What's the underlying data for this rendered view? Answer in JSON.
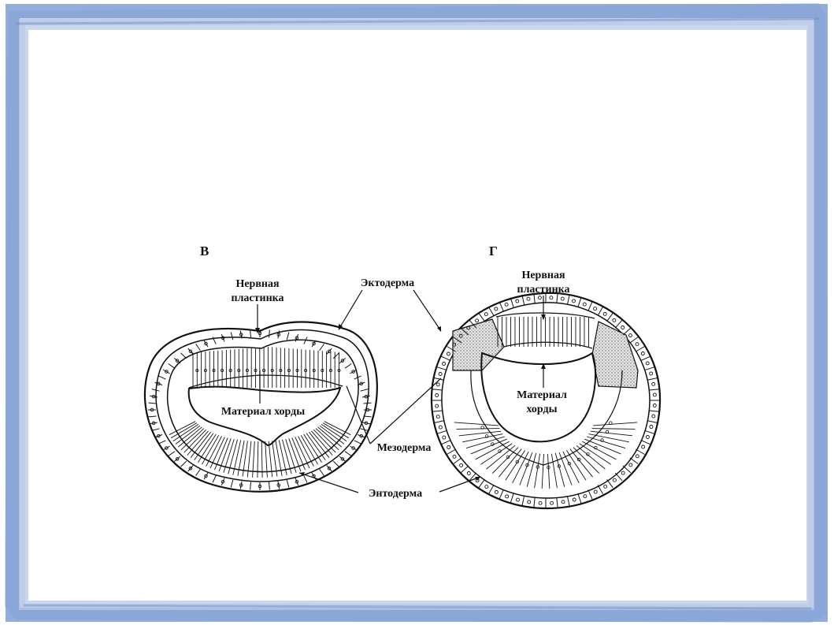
{
  "panels": [
    {
      "letter": "В",
      "labels": {
        "neural_plate_line1": "Нервная",
        "neural_plate_line2": "пластинка",
        "ectoderm": "Эктодерма",
        "chorda": "Материал хорды",
        "mesoderm": "Мезодерма",
        "endoderm": "Энтодерма"
      }
    },
    {
      "letter": "Г",
      "labels": {
        "neural_plate_line1": "Нервная",
        "neural_plate_line2": "пластинка",
        "chorda_line1": "Материал",
        "chorda_line2": "хорды"
      }
    }
  ],
  "colors": {
    "frame": "#8ea9d6",
    "frame_dark": "#6f8fc7",
    "ink": "#111111"
  }
}
